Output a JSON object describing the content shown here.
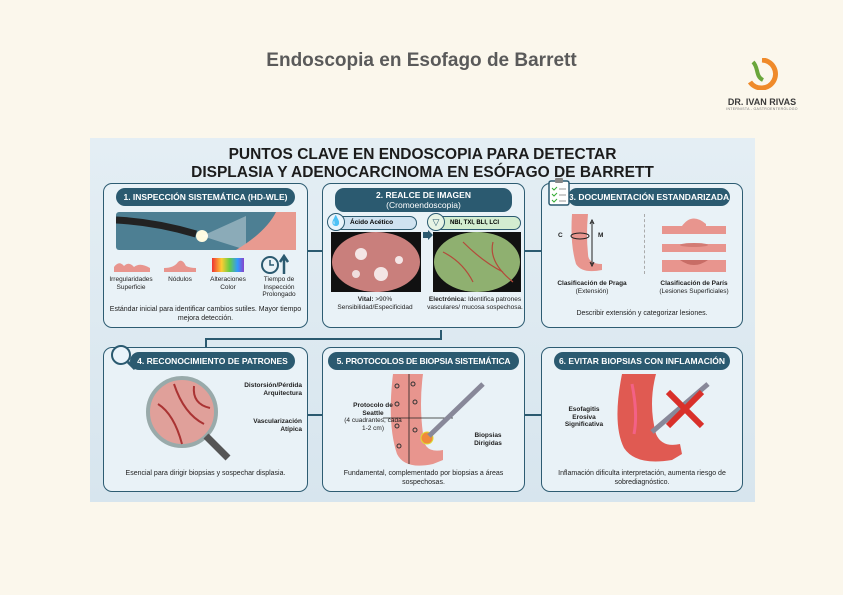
{
  "page_title": "Endoscopia en Esofago de Barrett",
  "logo": {
    "name": "DR. IVAN RIVAS",
    "subtitle": "INTERNISTA - GASTROENTERÓLOGO"
  },
  "infographic": {
    "title_line1": "PUNTOS CLAVE EN ENDOSCOPIA PARA DETECTAR",
    "title_line2": "DISPLASIA Y ADENOCARCINOMA EN ESÓFAGO DE BARRETT",
    "cards": [
      {
        "title": "1. INSPECCIÓN SISTEMÁTICA (HD-WLE)",
        "icons": [
          {
            "label": "Irregularidades Superficie"
          },
          {
            "label": "Nódulos"
          },
          {
            "label": "Alteraciones Color"
          },
          {
            "label": "Tiempo de Inspección Prolongado",
            "icon": "clock-up-icon"
          }
        ],
        "caption": "Estándar inicial para identificar cambios sutiles. Mayor tiempo mejora detección."
      },
      {
        "title": "2. REALCE DE IMAGEN",
        "subtitle": "(Cromoendoscopia)",
        "left": {
          "tag": "Ácido Acético",
          "icon": "drop-icon",
          "bold": "Vital:",
          "text": " >90% Sensibilidad/Especificidad"
        },
        "right": {
          "tag": "NBI, TXI, BLI, LCI",
          "icon": "filter-icon",
          "bold": "Electrónica:",
          "text": " Identifica patrones vasculares/ mucosa sospechosa."
        }
      },
      {
        "title": "3. DOCUMENTACIÓN ESTANDARIZADA",
        "icon": "clipboard-icon",
        "left": {
          "label": "Clasificación de Praga",
          "sub": "(Extensión)",
          "c": "C",
          "m": "M"
        },
        "right": {
          "label": "Clasificación de París",
          "sub": "(Lesiones Superficiales)"
        },
        "caption": "Describir extensión y categorizar lesiones."
      },
      {
        "title": "4. RECONOCIMIENTO DE PATRONES",
        "icon": "magnifier-icon",
        "labels": [
          "Distorsión/Pérdida Arquitectura",
          "Vascularización Atípica"
        ],
        "caption": "Esencial para dirigir biopsias y sospechar displasia."
      },
      {
        "title": "5. PROTOCOLOS DE BIOPSIA SISTEMÁTICA",
        "protocol": {
          "name": "Protocolo de Seattle",
          "detail": "(4 cuadrantes, cada 1-2 cm)"
        },
        "targeted": "Biopsias Dirigidas",
        "caption": "Fundamental, complementado por biopsias a áreas sospechosas."
      },
      {
        "title": "6. EVITAR BIOPSIAS CON INFLAMACIÓN",
        "label": "Esofagitis Erosiva Significativa",
        "caption": "Inflamación dificulta interpretación, aumenta riesgo de sobrediagnóstico."
      }
    ]
  },
  "colors": {
    "accent": "#2b5a70",
    "background": "#fbf7ec",
    "panel": "#dde9f1",
    "tissue": "#e8958e",
    "logo_orange": "#ef8a2a",
    "logo_green": "#6aa63b"
  }
}
